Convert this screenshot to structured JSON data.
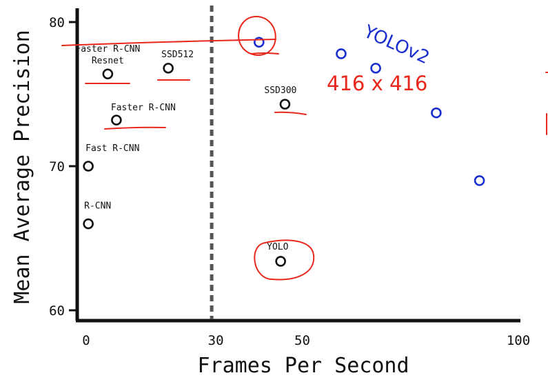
{
  "chart_data": {
    "type": "scatter",
    "xlabel": "Frames Per Second",
    "ylabel": "Mean Average Precision",
    "xlim": [
      -2,
      100
    ],
    "ylim": [
      59,
      81
    ],
    "xticks": [
      0,
      30,
      50,
      100
    ],
    "yticks": [
      60,
      70,
      80
    ],
    "realtime_line_x": 30,
    "points": [
      {
        "label": "R-CNN",
        "x": 0.5,
        "y": 66.0,
        "group": "baseline"
      },
      {
        "label": "Fast R-CNN",
        "x": 0.5,
        "y": 70.0,
        "group": "baseline"
      },
      {
        "label": "Faster R-CNN",
        "x": 7,
        "y": 73.2,
        "group": "baseline"
      },
      {
        "label": "Faster R-CNN\nResnet",
        "x": 5,
        "y": 76.4,
        "group": "baseline"
      },
      {
        "label": "SSD512",
        "x": 19,
        "y": 76.8,
        "group": "baseline"
      },
      {
        "label": "SSD300",
        "x": 46,
        "y": 74.3,
        "group": "baseline"
      },
      {
        "label": "YOLO",
        "x": 45,
        "y": 63.4,
        "group": "baseline"
      },
      {
        "label": "",
        "x": 40,
        "y": 78.6,
        "group": "YOLOv2"
      },
      {
        "label": "",
        "x": 59,
        "y": 77.8,
        "group": "YOLOv2"
      },
      {
        "label": "",
        "x": 67,
        "y": 76.8,
        "group": "YOLOv2"
      },
      {
        "label": "",
        "x": 81,
        "y": 73.7,
        "group": "YOLOv2"
      },
      {
        "label": "",
        "x": 91,
        "y": 69.0,
        "group": "YOLOv2"
      }
    ],
    "series_label": "YOLOv2",
    "annotation": "416 x 416",
    "colors": {
      "baseline": "#111111",
      "YOLOv2": "#1a2fd0",
      "annotation": "#e8261a"
    }
  }
}
